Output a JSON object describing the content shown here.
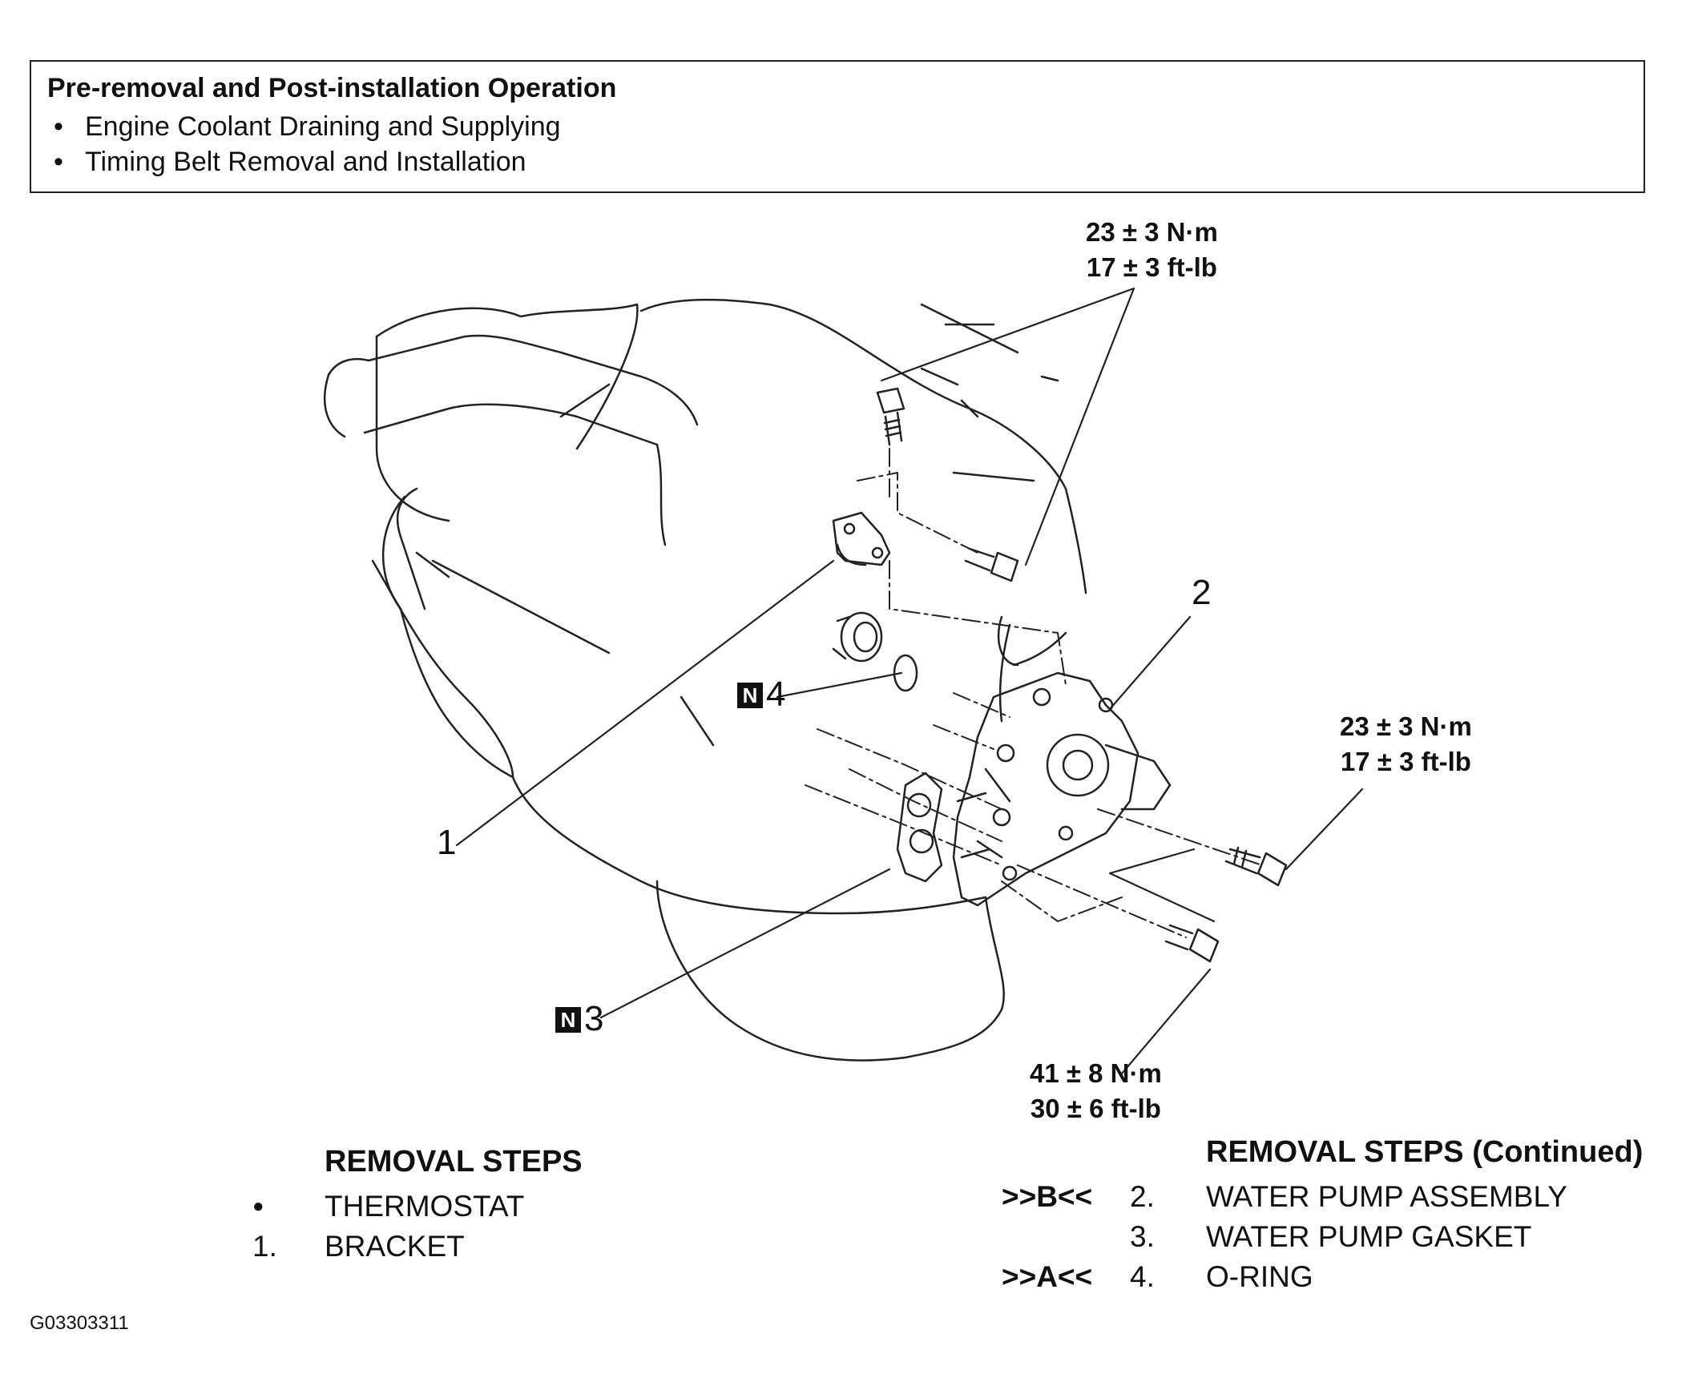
{
  "pre_operation": {
    "title": "Pre-removal and Post-installation Operation",
    "items": [
      "Engine Coolant Draining and Supplying",
      "Timing Belt Removal and Installation"
    ]
  },
  "torque_specs": {
    "top": {
      "nm": "23 ± 3 N·m",
      "ftlb": "17 ± 3 ft-lb"
    },
    "right": {
      "nm": "23 ± 3 N·m",
      "ftlb": "17 ± 3 ft-lb"
    },
    "bottom": {
      "nm": "41 ± 8 N·m",
      "ftlb": "30 ± 6 ft-lb"
    }
  },
  "callouts": {
    "c1": "1",
    "c2": "2",
    "c3": "3",
    "c4": "4",
    "n_mark": "N"
  },
  "removal_steps": {
    "title": "REMOVAL STEPS",
    "items": [
      {
        "mark": "●",
        "num": "",
        "label": "THERMOSTAT"
      },
      {
        "mark": "",
        "num": "1.",
        "label": "BRACKET"
      }
    ]
  },
  "removal_steps_continued": {
    "title": "REMOVAL STEPS (Continued)",
    "items": [
      {
        "mark": ">>B<<",
        "num": "2.",
        "label": "WATER PUMP ASSEMBLY"
      },
      {
        "mark": "",
        "num": "3.",
        "label": "WATER PUMP GASKET"
      },
      {
        "mark": ">>A<<",
        "num": "4.",
        "label": "O-RING"
      }
    ]
  },
  "figure_id": "G03303311"
}
